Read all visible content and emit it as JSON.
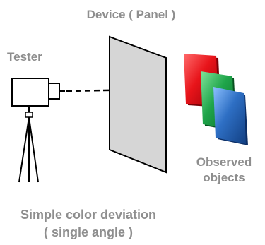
{
  "labels": {
    "device": "Device ( Panel )",
    "tester": "Tester",
    "observed_line1": "Observed",
    "observed_line2": "objects",
    "caption_line1": "Simple color deviation",
    "caption_line2": "( single angle )"
  },
  "colors": {
    "label_text": "#8e8e8e",
    "panel_fill": "#d6d6d6",
    "outline": "#000000",
    "red_object": "#e8141a",
    "green_object": "#1fa54a",
    "blue_object": "#2e6fc4"
  }
}
